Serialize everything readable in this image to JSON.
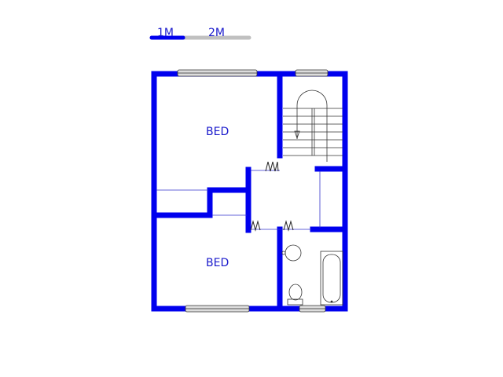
{
  "scale_bar": {
    "labels": [
      "1M",
      "2M"
    ],
    "colors": {
      "filled": "#0000ee",
      "empty": "#c0c0c0"
    }
  },
  "rooms": [
    {
      "label": "BED"
    },
    {
      "label": "BED"
    }
  ],
  "colors": {
    "wall": "#0000ee",
    "room_label": "#1a1acc"
  }
}
